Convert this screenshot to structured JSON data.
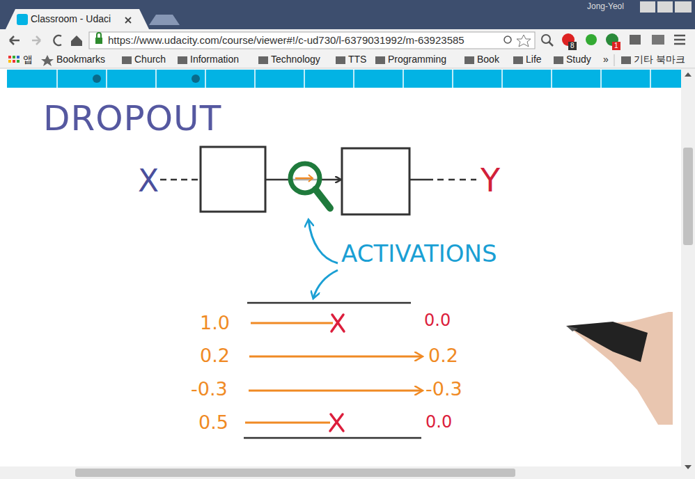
{
  "diagram": {
    "title": "DROPOUT",
    "labels": [
      "Classroom - Udaci",
      "https://www.udacity.com/course/viewer#!/c-ud730/l-6379031992/m-63923585",
      "앱",
      "Bookmarks",
      "Church",
      "Information",
      "Technology",
      "TTS",
      "Programming",
      "Book",
      "Life",
      "Study",
      "»",
      "기타 북마크",
      "Jong-Yeol",
      "8",
      "1",
      "X",
      "Y",
      "ACTIVATIONS",
      "1.0",
      "0.2",
      "-0.3",
      "0.5",
      "0.0",
      "0.2",
      "-0.3",
      "0.0"
    ]
  }
}
